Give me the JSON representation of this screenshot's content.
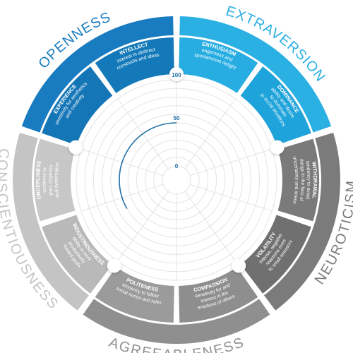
{
  "domains": [
    {
      "label": "OPENNESS",
      "color": "#1a7cc0"
    },
    {
      "label": "EXTRAVERSION",
      "color": "#2ab0e3"
    },
    {
      "label": "NEUROTICISM",
      "color": "#7b7b7b"
    },
    {
      "label": "AGREEABLENESS",
      "color": "#8f8f8f"
    },
    {
      "label": "CONSCIENTIOUSNESS",
      "color": "#c4c4c4"
    }
  ],
  "aspects": [
    {
      "title": "INTELLECT",
      "desc": [
        "interest in abstract",
        "constructs and ideas"
      ],
      "color": "#1379b9"
    },
    {
      "title": "ENTHUSIASM",
      "desc": [
        "eagerness and",
        "spontaneous delight"
      ],
      "color": "#27ade2"
    },
    {
      "title": "DOMINANCE",
      "desc": [
        "ability and desire",
        "to dominate",
        "in social situations"
      ],
      "color": "#1ea3da"
    },
    {
      "title": "WITHDRAWAL",
      "desc": [
        "tendency to avoid",
        "things in the face of",
        "uncertainty and stress"
      ],
      "color": "#7a7a7a"
    },
    {
      "title": "VOLATILITY",
      "desc": [
        "intense, negative",
        "reactions even",
        "to small stressors"
      ],
      "color": "#707070"
    },
    {
      "title": "COMPASSION",
      "desc": [
        "sensitivity for and",
        "interest in the",
        "emotions of others"
      ],
      "color": "#8e8e8e"
    },
    {
      "title": "POLITENESS",
      "desc": [
        "tendency to follow",
        "social norms and rules"
      ],
      "color": "#9b9b9b"
    },
    {
      "title": "INDUSTRIOUSNESS",
      "desc": [
        "ability to work",
        "productively",
        "toward goals"
      ],
      "color": "#b9b9b9"
    },
    {
      "title": "ORDERLINESS",
      "desc": [
        "tendency to",
        "plan, organize",
        "and systematize"
      ],
      "color": "#c7c7c7"
    },
    {
      "title": "EXPERIENCE",
      "desc": [
        "sensitivity for aesthetics",
        "and creativity"
      ],
      "color": "#1576b7"
    }
  ],
  "scale": {
    "labels": [
      "100",
      "50",
      "0"
    ],
    "ring_count": 10,
    "segments": 10
  },
  "score_arc": {
    "value": 50,
    "start_deg": 240,
    "end_deg": 360,
    "color": "#1f6fa6"
  },
  "colors": {
    "grid": "#e3e3e3",
    "center_fill": "#ffffff",
    "node_fill": "#ffffff"
  }
}
